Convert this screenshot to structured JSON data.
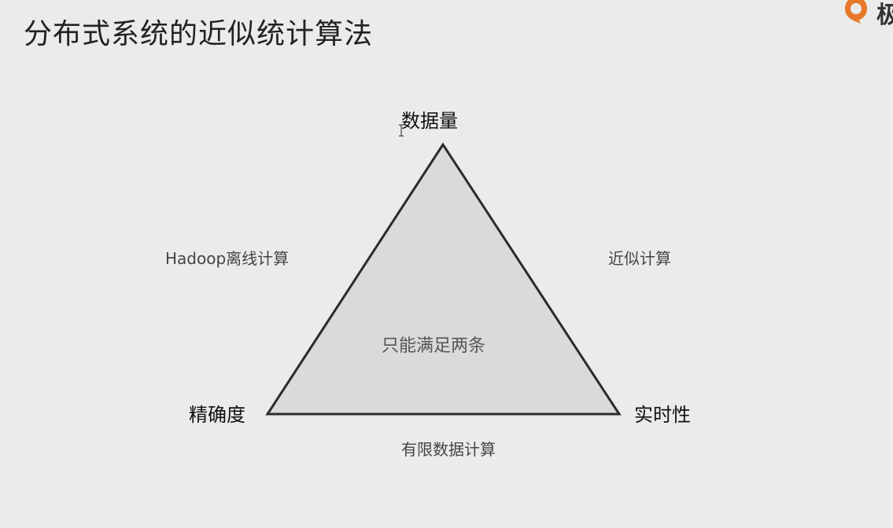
{
  "slide": {
    "title": "分布式系统的近似统计算法",
    "logo_text": "极",
    "colors": {
      "background": "#ebebeb",
      "triangle_fill": "#d8dadb",
      "triangle_stroke": "#2b2b2b",
      "logo_orange": "#e8782a"
    }
  },
  "diagram": {
    "vertices": {
      "top": "数据量",
      "bottom_left": "精确度",
      "bottom_right": "实时性"
    },
    "edges": {
      "left": "Hadoop离线计算",
      "right": "近似计算",
      "bottom": "有限数据计算"
    },
    "center": "只能满足两条"
  }
}
